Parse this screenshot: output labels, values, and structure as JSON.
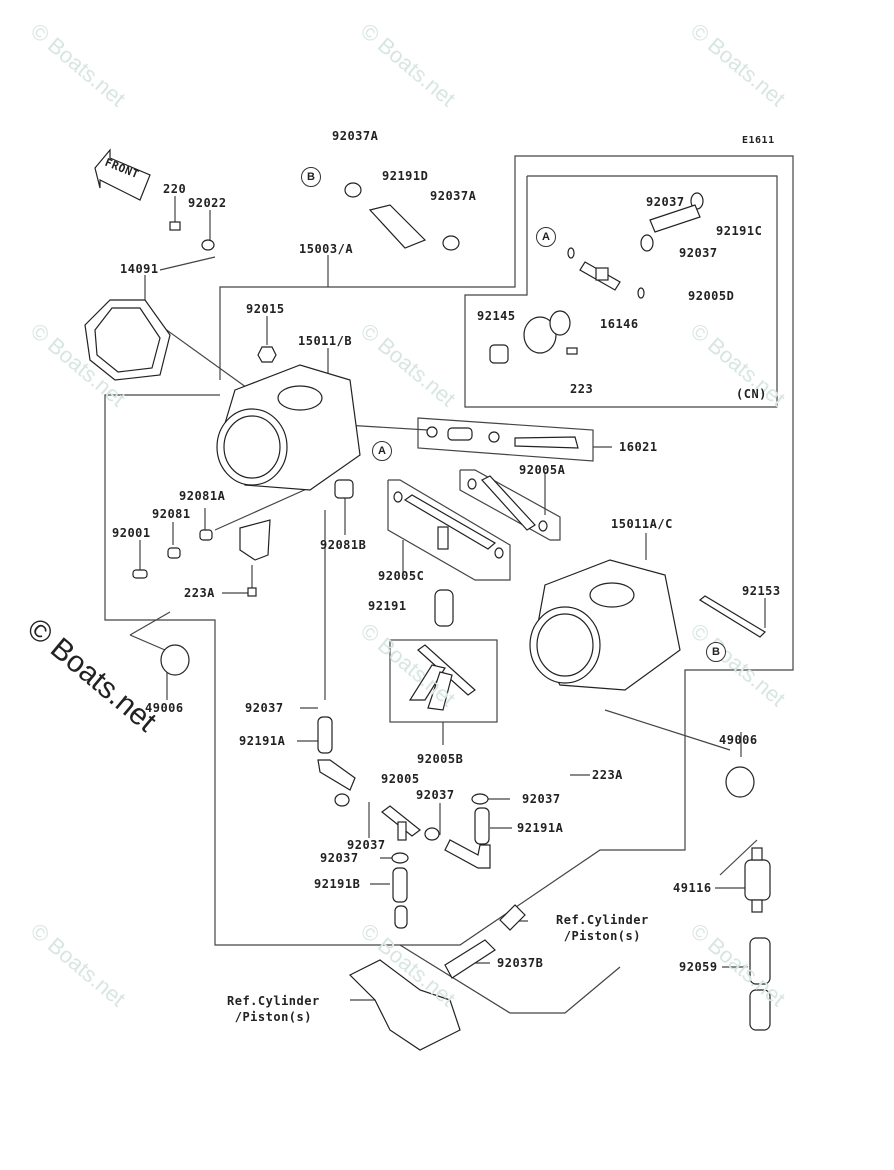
{
  "diagram": {
    "code": "E1611",
    "front_arrow_label": "FRONT",
    "variant_box_label": "(CN)",
    "watermark": "© Boats.net",
    "ref_markers": {
      "a": "A",
      "b": "B"
    },
    "ref_cylinder_label_1": "Ref.Cylinder\n /Piston(s)",
    "ref_cylinder_label_2": "Ref.Cylinder\n /Piston(s)",
    "parts": {
      "p220": "220",
      "p92022": "92022",
      "p14091": "14091",
      "p92037A_1": "92037A",
      "p92191D": "92191D",
      "p92037A_2": "92037A",
      "p15003A": "15003/A",
      "p92015": "92015",
      "p15011B": "15011/B",
      "p92037_cn1": "92037",
      "p92191C": "92191C",
      "p92037_cn2": "92037",
      "p92005D": "92005D",
      "p92145": "92145",
      "p16146": "16146",
      "p223": "223",
      "p16021": "16021",
      "p92005A": "92005A",
      "p15011AC": "15011A/C",
      "p92081A": "92081A",
      "p92081": "92081",
      "p92001": "92001",
      "p92081B": "92081B",
      "p92005C": "92005C",
      "p92191": "92191",
      "p223A_1": "223A",
      "p92153": "92153",
      "p49006_1": "49006",
      "p92037_a": "92037",
      "p92191A_1": "92191A",
      "p92005B": "92005B",
      "p223A_2": "223A",
      "p49006_2": "49006",
      "p92005": "92005",
      "p92037_b": "92037",
      "p92037_c": "92037",
      "p92191A_2": "92191A",
      "p92037_d": "92037",
      "p92037_e": "92037",
      "p92191B": "92191B",
      "p49116": "49116",
      "p92037B": "92037B",
      "p92059": "92059"
    }
  }
}
